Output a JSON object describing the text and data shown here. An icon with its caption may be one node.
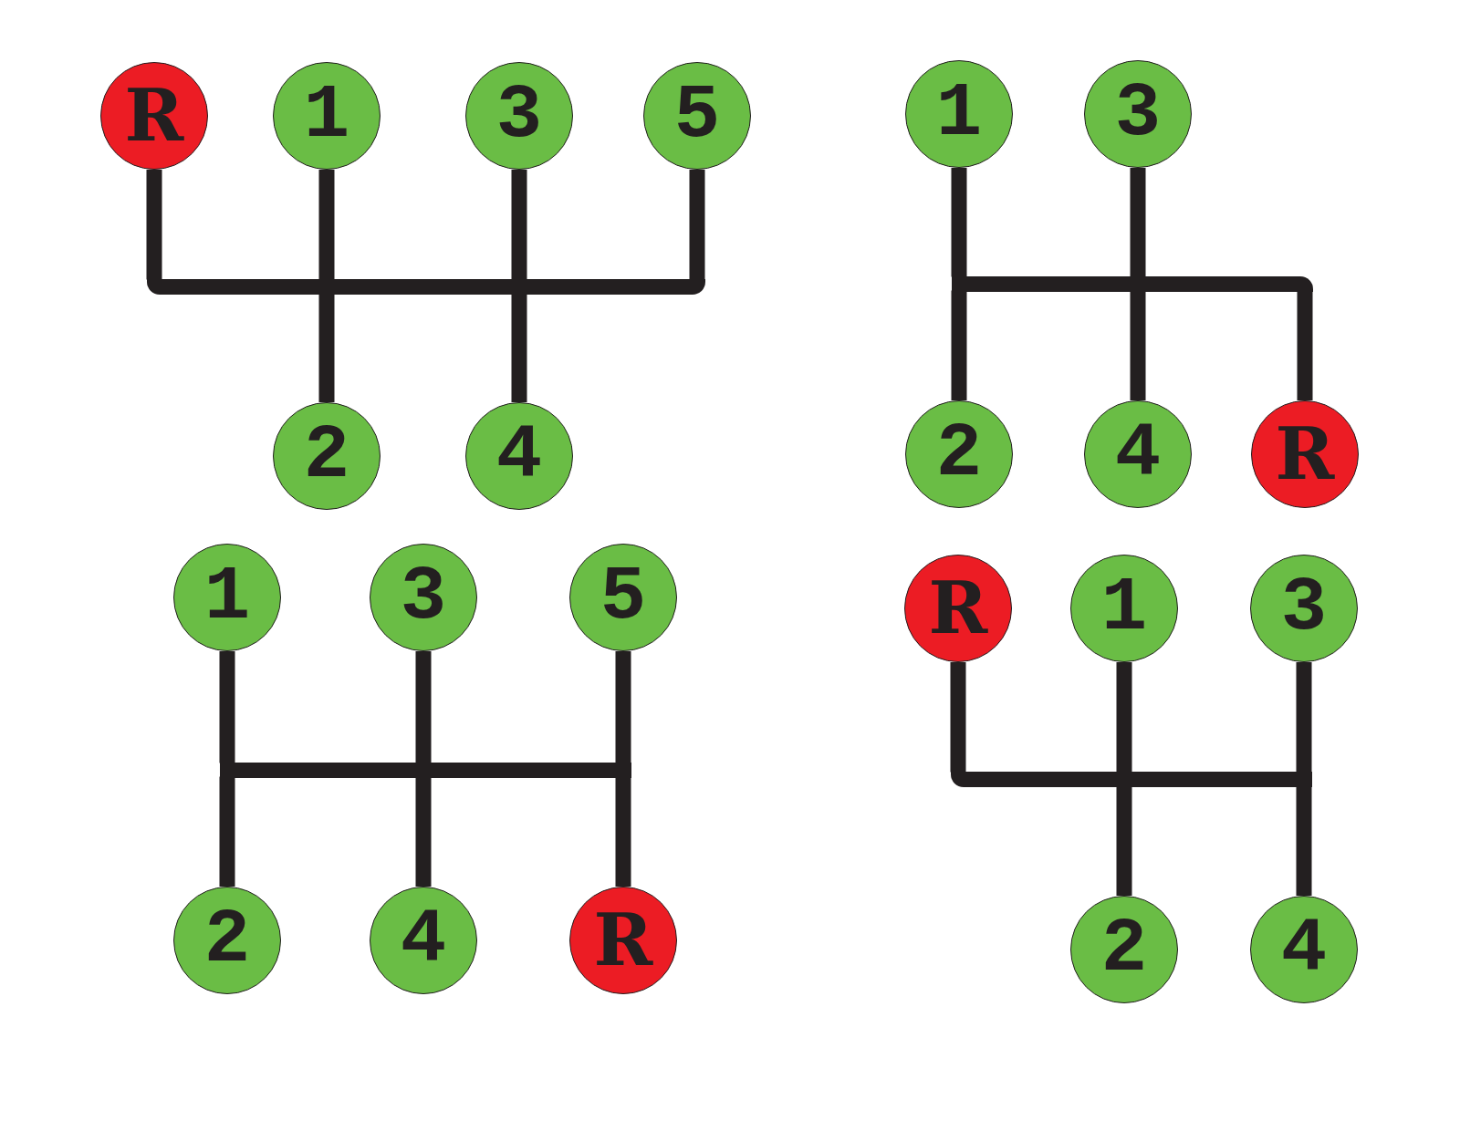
{
  "diagram": {
    "nodes": [
      {
        "text": [
          "R"
        ]
      },
      {
        "text": [
          "1"
        ]
      },
      {
        "text": [
          "3"
        ]
      },
      {
        "text": [
          "5"
        ]
      },
      {
        "text": [],
        "shape": "bar"
      },
      {
        "text": [
          "2"
        ]
      },
      {
        "text": [
          "4"
        ]
      },
      {
        "text": [
          "1"
        ]
      },
      {
        "text": [
          "3"
        ]
      },
      {
        "text": [],
        "shape": "bar"
      },
      {
        "text": [
          "2"
        ]
      },
      {
        "text": [
          "4"
        ]
      },
      {
        "text": [
          "R"
        ]
      },
      {
        "text": [
          "1"
        ]
      },
      {
        "text": [
          "3"
        ]
      },
      {
        "text": [
          "5"
        ]
      },
      {
        "text": [],
        "shape": "bar"
      },
      {
        "text": [
          "2"
        ]
      },
      {
        "text": [
          "4"
        ]
      },
      {
        "text": [
          "R"
        ]
      },
      {
        "text": [
          "R"
        ]
      },
      {
        "text": [
          "1"
        ]
      },
      {
        "text": [
          "3"
        ]
      },
      {
        "text": [],
        "shape": "bar"
      },
      {
        "text": [
          "2"
        ]
      },
      {
        "text": [
          "4"
        ]
      }
    ],
    "edges": [
      {
        "from": 0,
        "to": 4,
        "arrow": "none"
      },
      {
        "from": 1,
        "to": 4,
        "arrow": "none"
      },
      {
        "from": 2,
        "to": 4,
        "arrow": "none"
      },
      {
        "from": 3,
        "to": 4,
        "arrow": "none"
      },
      {
        "from": 5,
        "to": 4,
        "arrow": "none"
      },
      {
        "from": 6,
        "to": 4,
        "arrow": "none"
      },
      {
        "from": 7,
        "to": 9,
        "arrow": "none"
      },
      {
        "from": 8,
        "to": 9,
        "arrow": "none"
      },
      {
        "from": 10,
        "to": 9,
        "arrow": "none"
      },
      {
        "from": 11,
        "to": 9,
        "arrow": "none"
      },
      {
        "from": 12,
        "to": 9,
        "arrow": "none"
      },
      {
        "from": 13,
        "to": 16,
        "arrow": "none"
      },
      {
        "from": 14,
        "to": 16,
        "arrow": "none"
      },
      {
        "from": 15,
        "to": 16,
        "arrow": "none"
      },
      {
        "from": 17,
        "to": 16,
        "arrow": "none"
      },
      {
        "from": 18,
        "to": 16,
        "arrow": "none"
      },
      {
        "from": 19,
        "to": 16,
        "arrow": "none"
      },
      {
        "from": 20,
        "to": 23,
        "arrow": "none"
      },
      {
        "from": 21,
        "to": 23,
        "arrow": "none"
      },
      {
        "from": 22,
        "to": 23,
        "arrow": "none"
      },
      {
        "from": 24,
        "to": 23,
        "arrow": "none"
      },
      {
        "from": 25,
        "to": 23,
        "arrow": "none"
      }
    ]
  }
}
